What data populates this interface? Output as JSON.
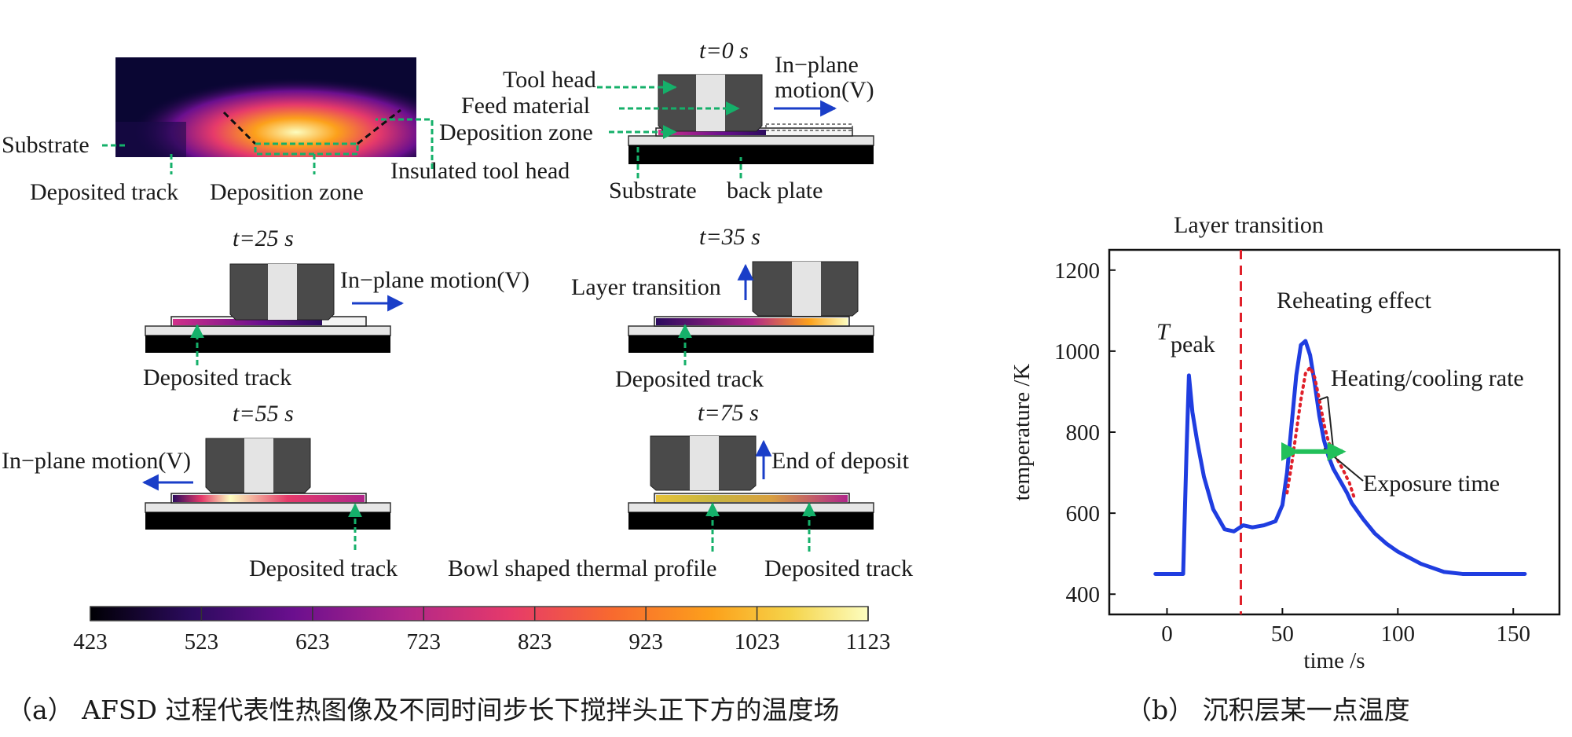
{
  "panel_a": {
    "thermal_image_labels": {
      "substrate": "Substrate",
      "deposited_track": "Deposited track",
      "deposition_zone": "Deposition zone",
      "insulated_tool_head": "Insulated tool head"
    },
    "t0": {
      "time": "t=0 s",
      "tool_head": "Tool head",
      "feed_material": "Feed material",
      "deposition_zone": "Deposition zone",
      "motion_line1": "In−plane",
      "motion_line2": "motion(V)",
      "substrate": "Substrate",
      "back_plate": "back plate"
    },
    "t25": {
      "time": "t=25 s",
      "motion": "In−plane motion(V)",
      "track": "Deposited track"
    },
    "t35": {
      "time": "t=35 s",
      "transition": "Layer transition",
      "track": "Deposited track"
    },
    "t55": {
      "time": "t=55 s",
      "motion": "In−plane motion(V)",
      "track": "Deposited track"
    },
    "t75": {
      "time": "t=75 s",
      "end": "End of deposit",
      "bowl": "Bowl shaped thermal profile",
      "track": "Deposited track"
    },
    "colorbar": {
      "ticks": [
        "423",
        "523",
        "623",
        "723",
        "823",
        "923",
        "1023",
        "1123"
      ],
      "colors": [
        "#000004",
        "#2c0b5e",
        "#6a0f8e",
        "#b0268a",
        "#e63a6a",
        "#f8692f",
        "#fca11b",
        "#f5d44a",
        "#fcfdbf"
      ]
    },
    "caption": "（a） AFSD 过程代表性热图像及不同时间步长下搅拌头正下方的温度场"
  },
  "panel_b": {
    "caption": "（b） 沉积层某一点温度",
    "chart_data": {
      "type": "line",
      "title": "",
      "xlabel": "time /s",
      "ylabel": "temperature /K",
      "xlim": [
        -25,
        170
      ],
      "ylim": [
        350,
        1250
      ],
      "xticks": [
        0,
        50,
        100,
        150
      ],
      "yticks": [
        400,
        600,
        800,
        1000,
        1200
      ],
      "series": [
        {
          "color": "#1f3de0",
          "x": [
            -5,
            7,
            8.5,
            9.5,
            11,
            13,
            16,
            20,
            25,
            29,
            33,
            37,
            42,
            47,
            50,
            52,
            54,
            56,
            58,
            60,
            62,
            64,
            66,
            68,
            70,
            72,
            74,
            76,
            78,
            80,
            85,
            90,
            95,
            100,
            110,
            120,
            128,
            135,
            145,
            155
          ],
          "y": [
            450,
            450,
            760,
            940,
            850,
            780,
            690,
            610,
            560,
            555,
            570,
            565,
            570,
            580,
            620,
            700,
            820,
            940,
            1015,
            1025,
            990,
            920,
            840,
            780,
            740,
            710,
            690,
            670,
            650,
            625,
            585,
            550,
            525,
            505,
            475,
            455,
            450,
            450,
            450,
            450
          ]
        },
        {
          "name": "",
          "color": "#e0202a",
          "style": "dotted",
          "x": [
            52,
            54,
            56,
            58,
            60,
            62,
            64,
            66,
            68,
            70,
            73,
            76,
            79,
            81
          ],
          "y": [
            650,
            720,
            800,
            880,
            945,
            960,
            935,
            880,
            820,
            775,
            740,
            710,
            675,
            640
          ]
        }
      ],
      "annotations": {
        "layer_transition": "Layer transition",
        "layer_transition_x": 32,
        "reheating": "Reheating effect",
        "tpeak": "T",
        "tpeak_sub": "peak",
        "heating_cooling": "Heating/cooling rate",
        "exposure": "Exposure time"
      }
    }
  }
}
